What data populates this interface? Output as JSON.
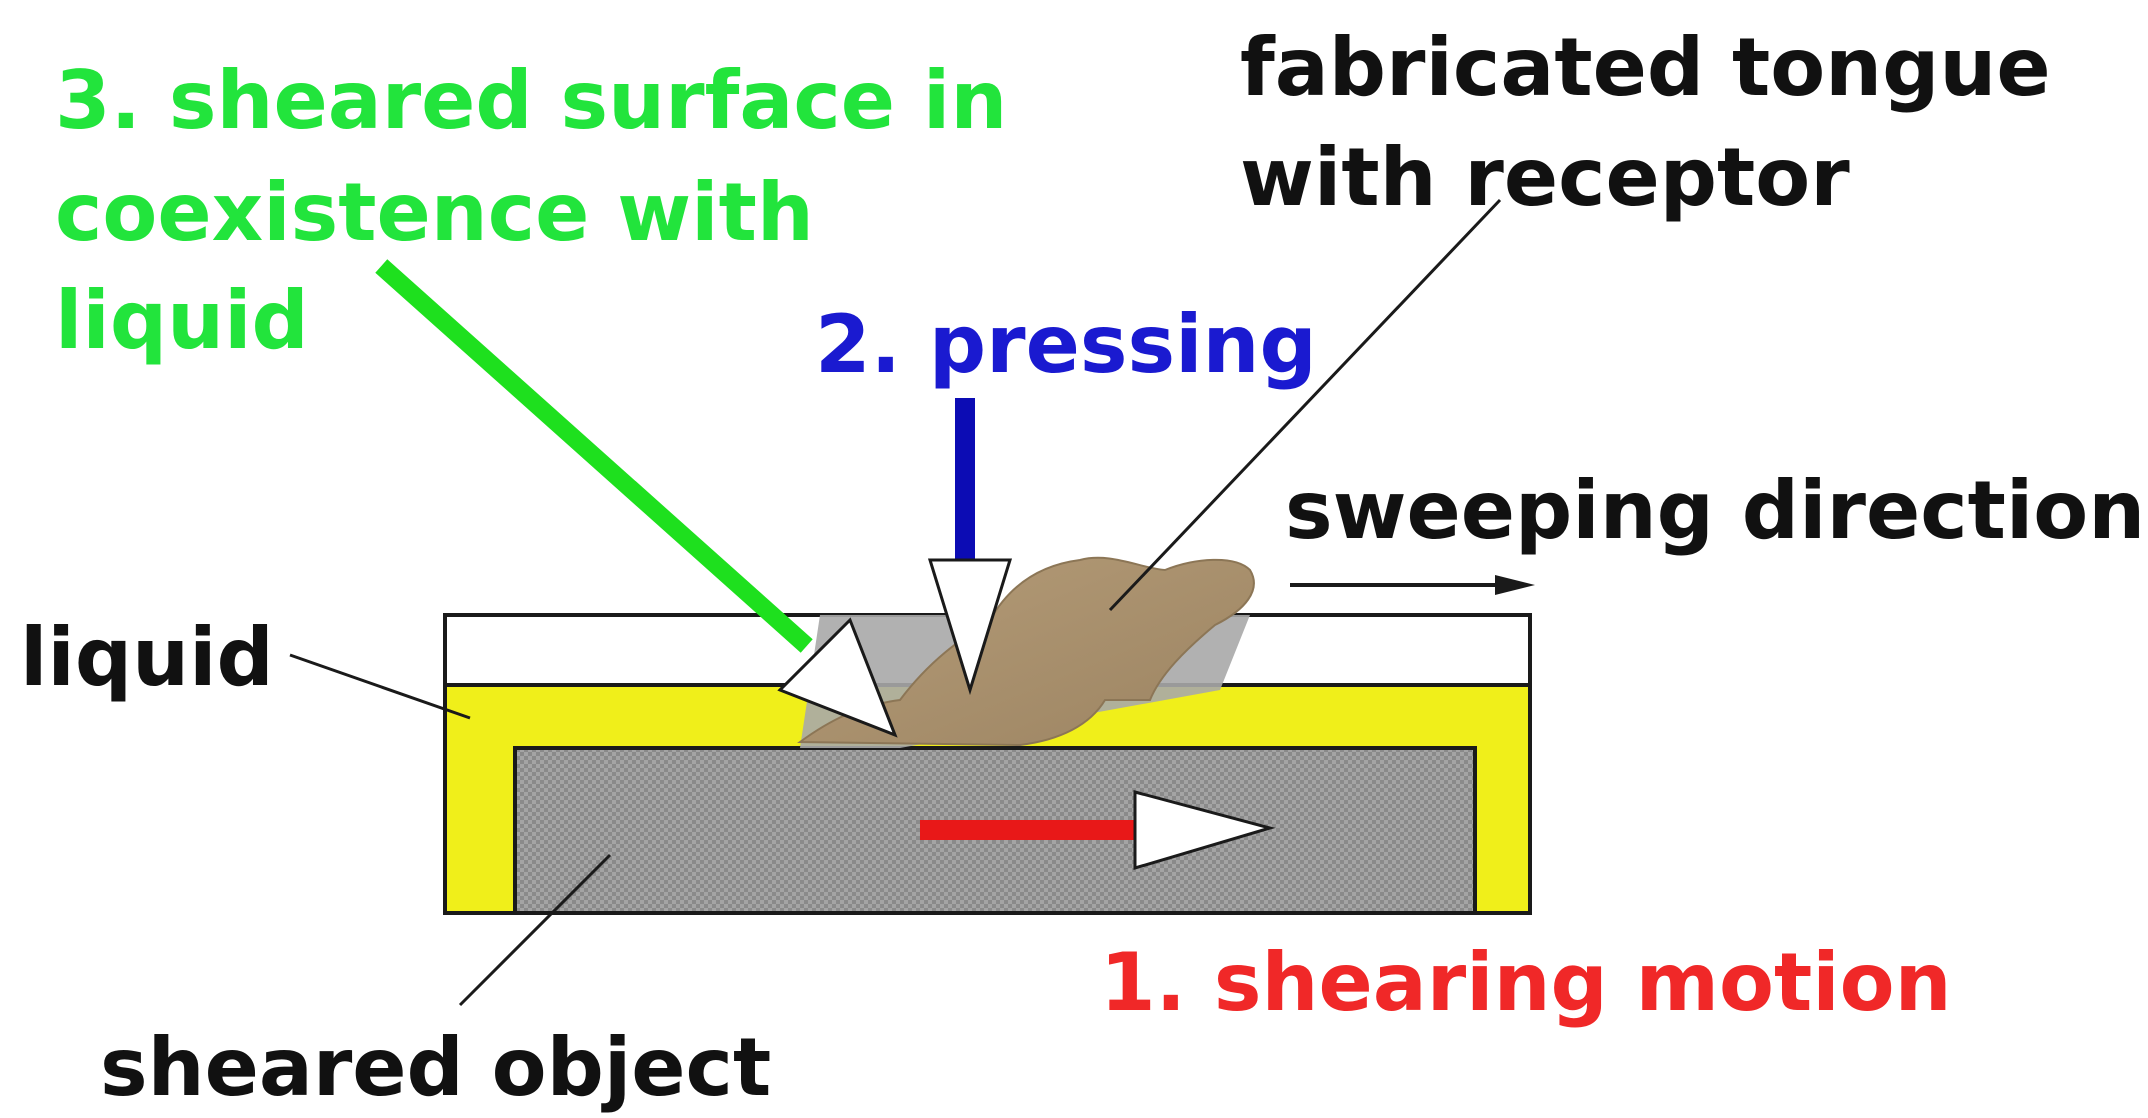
{
  "labels": {
    "sheared_surface": [
      "3. sheared surface in",
      "coexistence with",
      "liquid"
    ],
    "fabricated_tongue": [
      "fabricated tongue",
      "with receptor"
    ],
    "pressing": "2. pressing",
    "sweeping_direction": "sweeping direction",
    "liquid": "liquid",
    "shearing_motion": "1. shearing motion",
    "sheared_object": "sheared object"
  },
  "colors": {
    "green_label": "#22e43c",
    "green_arrow": "#1ee01e",
    "blue_label": "#1a1ad0",
    "blue_arrow": "#0c0cb4",
    "red_label": "#f02828",
    "red_arrow": "#e81818",
    "black_label": "#111111",
    "liquid_fill": "#f0ef1a",
    "object_fill": "#9a9a9a",
    "tongue_fill": "#a89070",
    "container_outline": "#1a1a1a"
  },
  "icons": {
    "pressing": "down-arrow-icon",
    "shearing": "right-arrow-icon",
    "sweeping": "right-arrow-icon",
    "sheared_surface": "diagonal-arrow-icon"
  }
}
